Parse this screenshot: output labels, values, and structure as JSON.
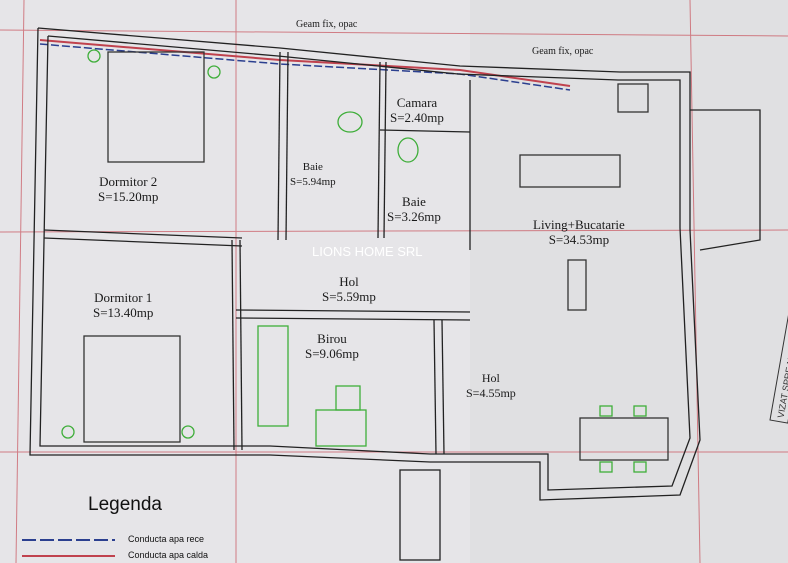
{
  "rooms": [
    {
      "name": "Dormitor 2",
      "area": "S=15.20mp"
    },
    {
      "name": "Dormitor 1",
      "area": "S=13.40mp"
    },
    {
      "name": "Baie",
      "area": "S=5.94mp"
    },
    {
      "name": "Camara",
      "area": "S=2.40mp"
    },
    {
      "name": "Baie",
      "area": "S=3.26mp"
    },
    {
      "name": "Living+Bucatarie",
      "area": "S=34.53mp"
    },
    {
      "name": "Hol",
      "area": "S=5.59mp"
    },
    {
      "name": "Birou",
      "area": "S=9.06mp"
    },
    {
      "name": "Hol",
      "area": "S=4.55mp"
    }
  ],
  "window_notes": [
    "Geam fix, opac",
    "Geam fix, opac"
  ],
  "watermark": "LIONS HOME SRL",
  "stamp": "VIZAT SPRE NESCHIMBARE",
  "legend": {
    "title": "Legenda",
    "items": [
      {
        "label": "Conducta apa rece",
        "color": "#2b3f8f"
      },
      {
        "label": "Conducta apa calda",
        "color": "#c0424e"
      }
    ]
  },
  "colors": {
    "walls": "#222222",
    "furniture": "#3fae3a",
    "paper": "#e4e3e6",
    "grid_red": "#c8505a"
  }
}
